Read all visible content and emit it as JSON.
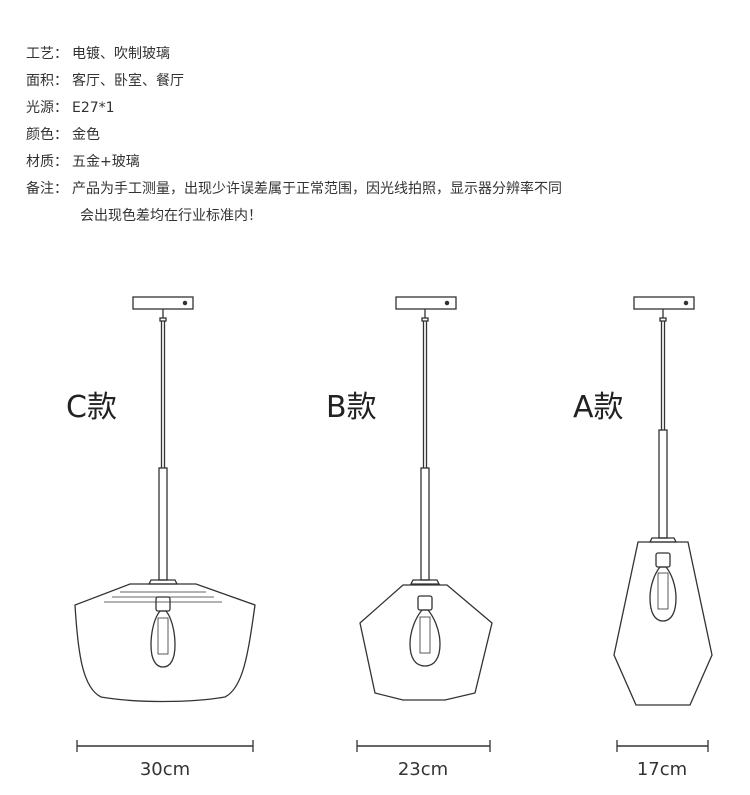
{
  "specs": [
    {
      "label": "工艺：",
      "value": "电镀、吹制玻璃"
    },
    {
      "label": "面积：",
      "value": "客厅、卧室、餐厅"
    },
    {
      "label": "光源：",
      "value": "E27*1"
    },
    {
      "label": "颜色：",
      "value": "金色"
    },
    {
      "label": "材质：",
      "value": "五金+玻璃"
    }
  ],
  "note": {
    "label": "备注：",
    "line1": "产品为手工测量，出现少许误差属于正常范围，因光线拍照，显示器分辨率不同",
    "line2": "会出现色差均在行业标准内！"
  },
  "models": [
    {
      "name": "C款",
      "size": "30cm"
    },
    {
      "name": "B款",
      "size": "23cm"
    },
    {
      "name": "A款",
      "size": "17cm"
    }
  ]
}
